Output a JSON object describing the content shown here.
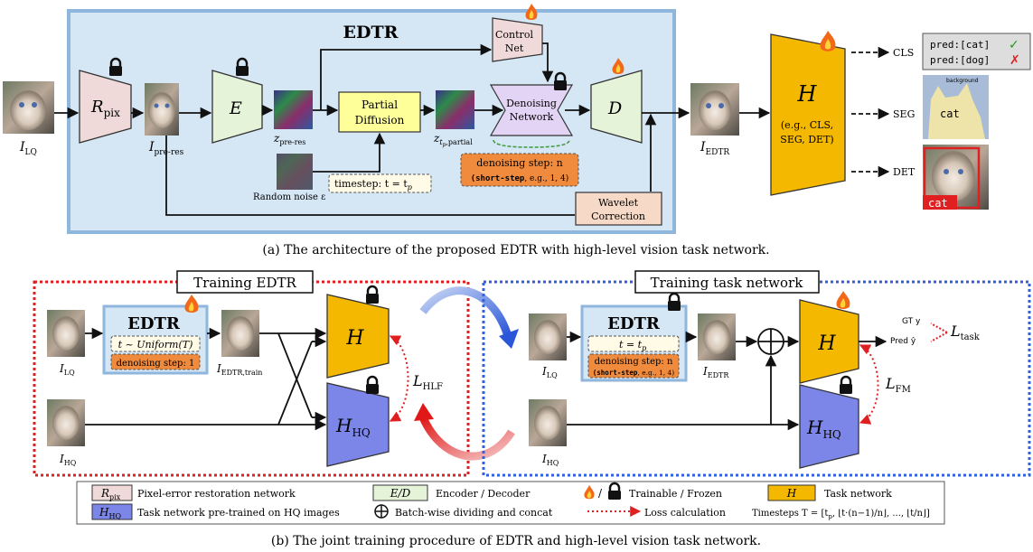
{
  "top": {
    "title": "EDTR",
    "ilq_label": "I",
    "ilq_sub": "LQ",
    "rpix_label": "R",
    "rpix_sub": "pix",
    "ipre_label": "I",
    "ipre_sub": "pre-res",
    "enc_label": "E",
    "z_label": "z",
    "z_sub": "pre-res",
    "noise_caption": "Random noise ε",
    "partial_line1": "Partial",
    "partial_line2": "Diffusion",
    "timestep_text": "timestep: t = t",
    "timestep_sub": "p",
    "control_line1": "Control",
    "control_line2": "Net",
    "zt_label": "z",
    "zt_sub": "t",
    "zt_sub2": "p",
    "zt_sub3": ",partial",
    "denoise_line1": "Denoising",
    "denoise_line2": "Network",
    "dstep_line1": "denoising step: n",
    "dstep_line2_code": "(short-step",
    "dstep_line2_rest": ", e.g., 1, 4)",
    "dec_label": "D",
    "wavelet_line1": "Wavelet",
    "wavelet_line2": "Correction",
    "iedtr_label": "I",
    "iedtr_sub": "EDTR",
    "h_label": "H",
    "h_line1": "(e.g., CLS,",
    "h_line2": "SEG, DET)",
    "out_cls": "CLS",
    "out_seg": "SEG",
    "out_det": "DET",
    "pred_cat": "pred:[cat]",
    "pred_dog": "pred:[dog]",
    "check_mark": "✓",
    "cross_mark": "✗",
    "seg_background": "background",
    "seg_cat": "cat",
    "det_cat": "cat",
    "caption": "(a) The architecture of the proposed EDTR with high-level vision task network."
  },
  "left": {
    "title": "Training EDTR",
    "edtr_title": "EDTR",
    "uniform_text": "t ~ Uniform(T)",
    "dstep_text": "denoising step: 1",
    "ilq_label": "I",
    "ilq_sub": "LQ",
    "itrain_label": "I",
    "itrain_sub": "EDTR,train",
    "ihq_label": "I",
    "ihq_sub": "HQ",
    "h_label": "H",
    "hhq_label": "H",
    "hhq_sub": "HQ",
    "loss_label": "L",
    "loss_sub": "HLF"
  },
  "right": {
    "title": "Training task network",
    "edtr_title": "EDTR",
    "t_text": "t = t",
    "t_sub": "p",
    "dstep_line1": "denoising step: n",
    "dstep_line2_code": "(short-step",
    "dstep_line2_rest": ", e.g., 1, 4)",
    "ilq_label": "I",
    "ilq_sub": "LQ",
    "iedtr_label": "I",
    "iedtr_sub": "EDTR",
    "ihq_label": "I",
    "ihq_sub": "HQ",
    "h_label": "H",
    "hhq_label": "H",
    "hhq_sub": "HQ",
    "gt_text": "GT y",
    "pred_text": "Pred ŷ",
    "ltask_label": "L",
    "ltask_sub": "task",
    "lfm_label": "L",
    "lfm_sub": "FM"
  },
  "legend": {
    "rpix_sym": "R",
    "rpix_sym_sub": "pix",
    "rpix_desc": "Pixel-error restoration network",
    "ed_sym": "E/D",
    "ed_desc": "Encoder / Decoder",
    "train_desc": "Trainable / Frozen",
    "h_sym": "H",
    "h_desc": "Task network",
    "hhq_sym": "H",
    "hhq_sym_sub": "HQ",
    "hhq_desc": "Task network pre-trained on HQ images",
    "concat_desc": "Batch-wise dividing and concat",
    "loss_desc": "Loss calculation",
    "timesteps_text": "Timesteps T = [t",
    "timesteps_rest": ", ⌊t·(n−1)/n⌋, ..., ⌊t/n⌋]"
  },
  "caption_b": "(b) The joint training procedure of EDTR and high-level vision task network.",
  "colors": {
    "edtr_panel": "#d5e6f4",
    "edtr_border": "#8fb6dc",
    "pink": "#f0d9d9",
    "green": "#e5f3d9",
    "yellow": "#ffff99",
    "orange": "#f08a3c",
    "lavender": "#e3d3f5",
    "task": "#f5b800",
    "hq": "#7c86e8",
    "red": "#e02020",
    "blue": "#3060e0"
  }
}
